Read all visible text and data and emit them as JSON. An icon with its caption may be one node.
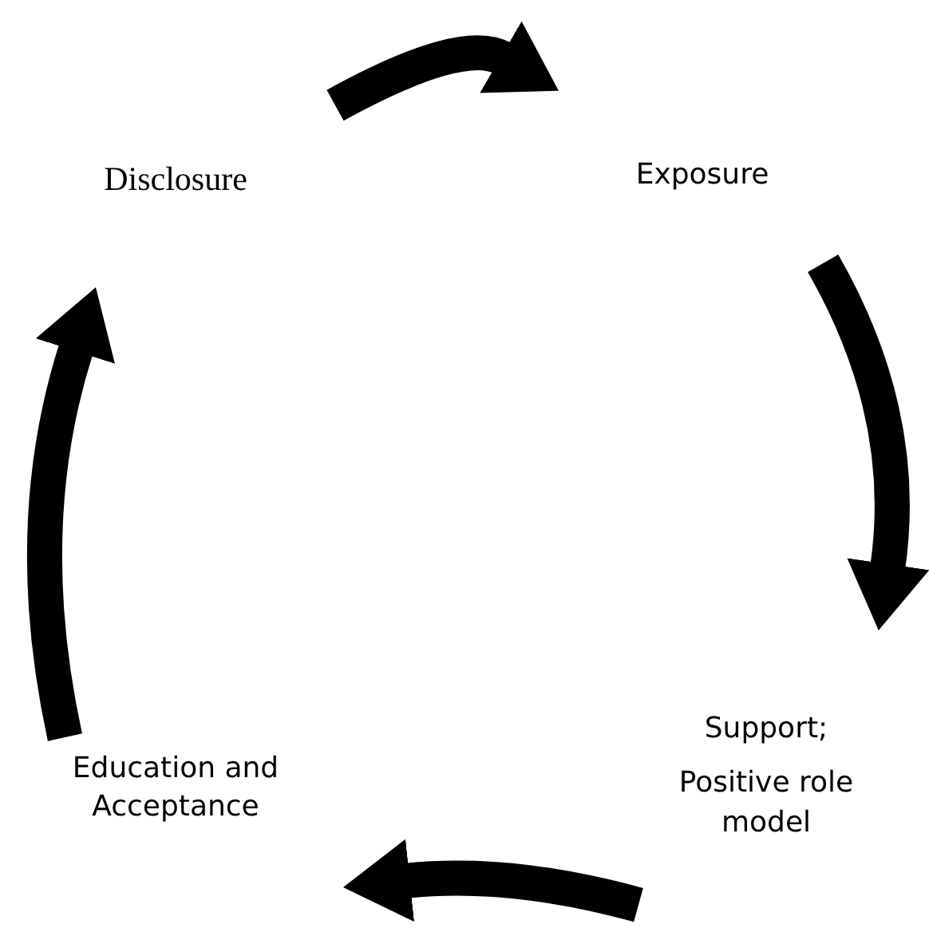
{
  "diagram": {
    "nodes": [
      {
        "text": [
          "Disclosure"
        ]
      },
      {
        "text": [
          "Exposure"
        ]
      },
      {
        "text": [
          "Support;",
          "Positive role model"
        ]
      },
      {
        "text": [
          "Education and Acceptance"
        ]
      }
    ],
    "edges": [
      {
        "from": 0,
        "to": 1,
        "arrow": "to"
      },
      {
        "from": 1,
        "to": 2,
        "arrow": "to"
      },
      {
        "from": 2,
        "to": 3,
        "arrow": "to"
      },
      {
        "from": 3,
        "to": 0,
        "arrow": "to"
      }
    ]
  }
}
